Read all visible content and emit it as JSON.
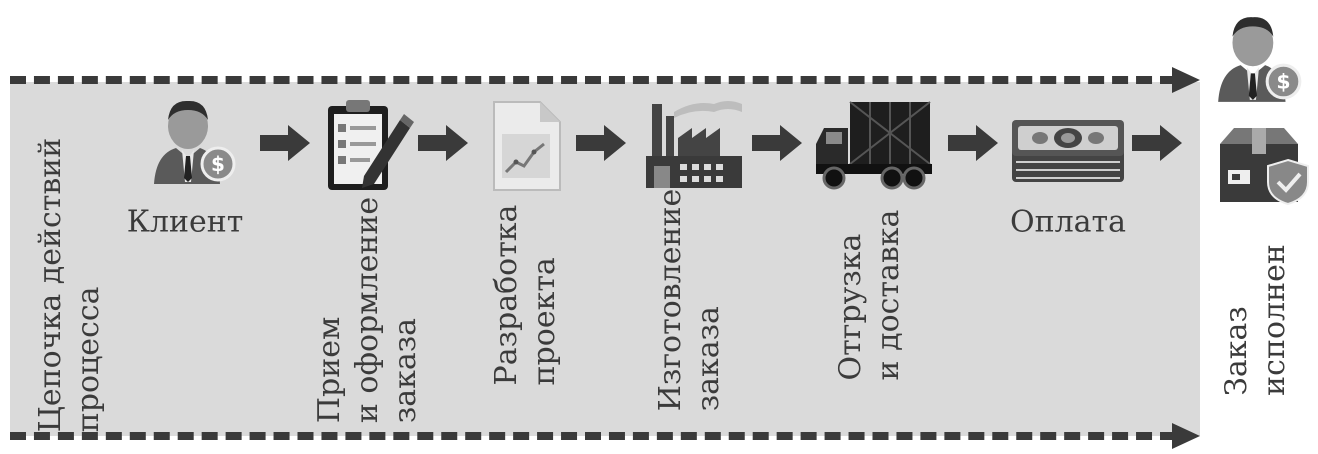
{
  "chain_label": [
    "Цепочка действий",
    "процесса"
  ],
  "steps": [
    {
      "label": [
        "Клиент"
      ],
      "icon": "client-icon"
    },
    {
      "label": [
        "Прием",
        "и оформление",
        "заказа"
      ],
      "icon": "clipboard-icon"
    },
    {
      "label": [
        "Разработка",
        "проекта"
      ],
      "icon": "document-chart-icon"
    },
    {
      "label": [
        "Изготовление",
        "заказа"
      ],
      "icon": "factory-icon"
    },
    {
      "label": [
        "Отгрузка",
        "и доставка"
      ],
      "icon": "truck-icon"
    },
    {
      "label": [
        "Оплата"
      ],
      "icon": "money-icon"
    }
  ],
  "result": {
    "label": [
      "Заказ",
      "исполнен"
    ],
    "icons": [
      "client-icon",
      "package-icon"
    ]
  },
  "colors": {
    "band": "#dadada",
    "dashes": "#3a3a3a",
    "arrows": "#3a3a3a",
    "text": "#3b3b3b"
  }
}
